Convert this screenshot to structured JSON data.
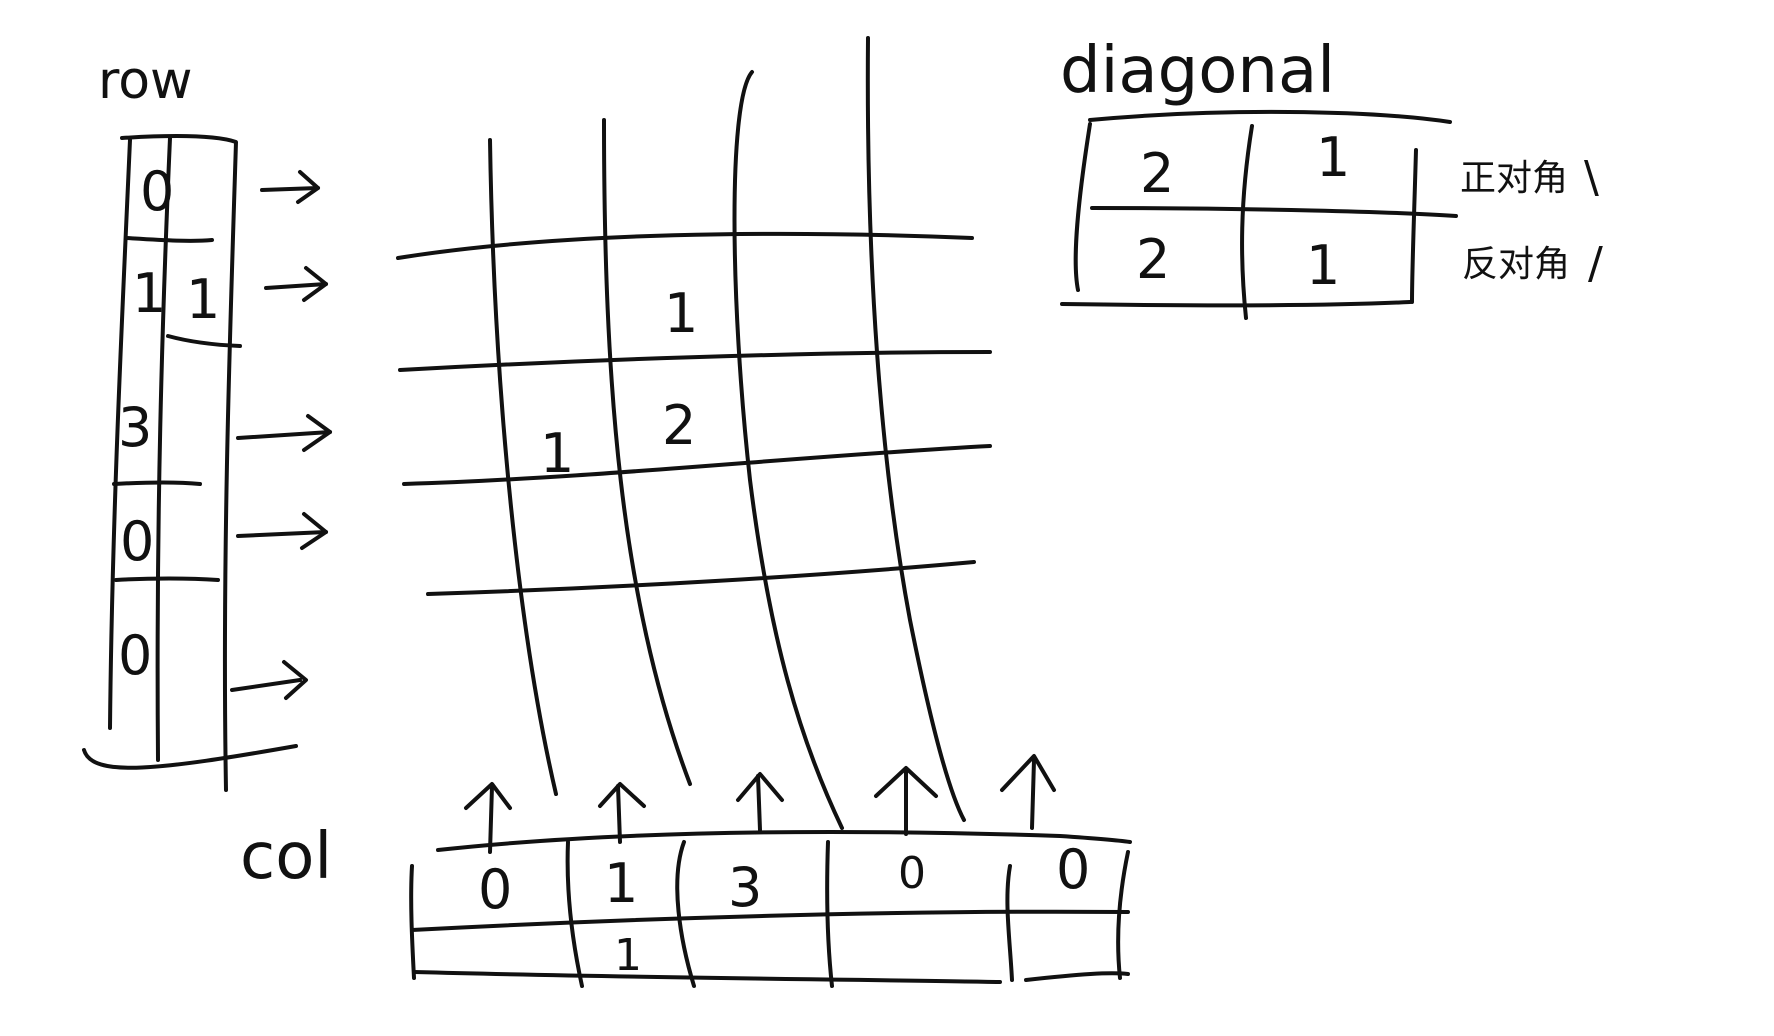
{
  "labels": {
    "row": "row",
    "col": "col",
    "diagonal": "diagonal"
  },
  "row_table": {
    "counts": [
      "0",
      "1",
      "3",
      "0",
      "0"
    ],
    "marks": [
      "",
      "1",
      "",
      "",
      ""
    ]
  },
  "grid_marks": [
    {
      "row": 1,
      "col": 2,
      "text": "1"
    },
    {
      "row": 2,
      "col": 1,
      "text": "1"
    },
    {
      "row": 2,
      "col": 2,
      "text": "2"
    }
  ],
  "col_table": {
    "counts": [
      "0",
      "1",
      "3",
      "0",
      "0"
    ],
    "marks": [
      "",
      "1",
      "",
      "",
      ""
    ]
  },
  "diagonal_table": {
    "rows": [
      {
        "cells": [
          "2",
          "1"
        ],
        "label": "正对角",
        "symbol": "\\"
      },
      {
        "cells": [
          "2",
          "1"
        ],
        "label": "反对角",
        "symbol": "/"
      }
    ]
  }
}
